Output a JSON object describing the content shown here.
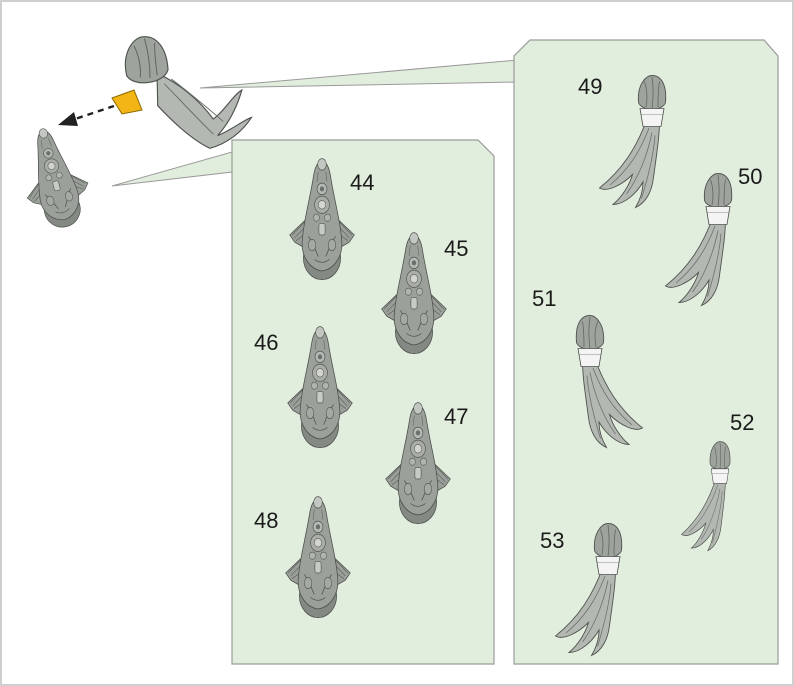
{
  "colors": {
    "background": "#ffffff",
    "page_border": "#c8c8c8",
    "panel_fill": "#e2eedd",
    "panel_stroke": "#9a9a9a",
    "part_grey": "#8f948e",
    "part_dark": "#585c58",
    "part_light": "#c7cbc5",
    "highlight": "#f2b515",
    "peg": "#f4f4f4"
  },
  "assembly": {
    "top_part": "ponytail-icon",
    "bottom_part": "head-icon",
    "joint_highlight": "yellow-peg-highlight",
    "arrow": "dashed-arrow-icon"
  },
  "head_options": {
    "labels": [
      "44",
      "45",
      "46",
      "47",
      "48"
    ],
    "part_icon": "head-icon"
  },
  "hair_options": {
    "labels": [
      "49",
      "50",
      "51",
      "52",
      "53"
    ],
    "part_icon": "ponytail-icon"
  }
}
